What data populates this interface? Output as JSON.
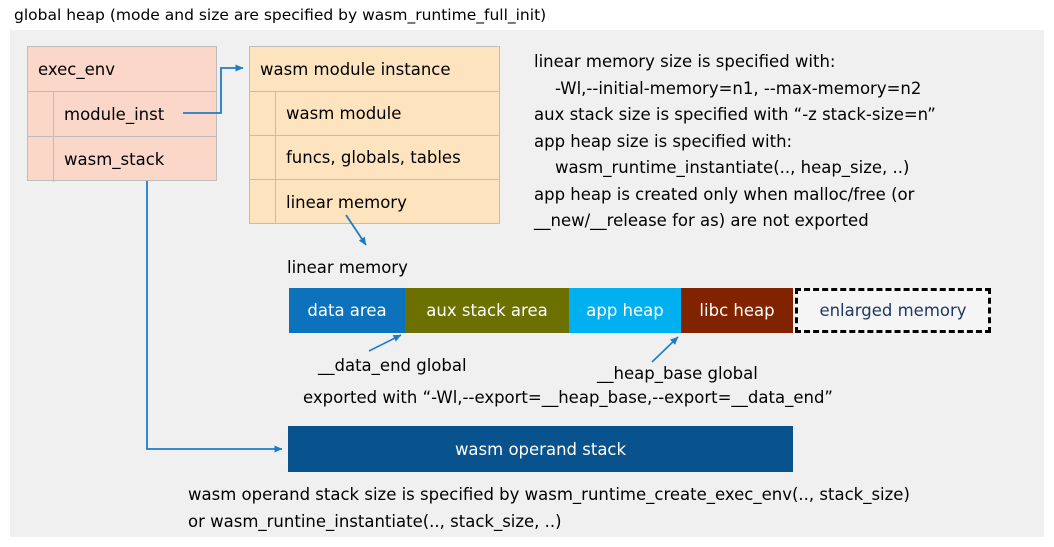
{
  "title": "global heap (mode and size are specified by wasm_runtime_full_init)",
  "colors": {
    "panel_bg": "#f0f0f0",
    "exec_env_fill": "#fad7c8",
    "module_instance_fill": "#fde4be",
    "box_border": "#bdbdbd",
    "arrow": "#1f7cc4",
    "data_area": "#0d72bc",
    "aux_stack_area": "#6b7000",
    "app_heap": "#00b0f0",
    "libc_heap": "#822300",
    "enlarged_memory_fill": "#f5f5f5",
    "enlarged_memory_text": "#1f3864",
    "operand_stack": "#08538e"
  },
  "exec_env": {
    "header": "exec_env",
    "fields": [
      {
        "label": "module_inst"
      },
      {
        "label": "wasm_stack"
      }
    ]
  },
  "module_instance": {
    "header": "wasm module instance",
    "fields": [
      {
        "label": "wasm module"
      },
      {
        "label": "funcs, globals, tables"
      },
      {
        "label": "linear memory"
      }
    ]
  },
  "note": {
    "lines": [
      "linear memory size is specified with:",
      "    -Wl,--initial-memory=n1, --max-memory=n2",
      "aux stack size is specified with “-z stack-size=n”",
      "app heap size is specified with:",
      "    wasm_runtime_instantiate(.., heap_size, ..)",
      "app heap is created only when malloc/free (or",
      "__new/__release for as) are not exported"
    ]
  },
  "linear_memory": {
    "caption": "linear memory",
    "segments": [
      {
        "label": "data area",
        "color": "#0d72bc",
        "width": 116,
        "text_color": "#ffffff",
        "dashed": false
      },
      {
        "label": "aux stack area",
        "color": "#6b7000",
        "width": 164,
        "text_color": "#ffffff",
        "dashed": false
      },
      {
        "label": "app heap",
        "color": "#00b0f0",
        "width": 112,
        "text_color": "#ffffff",
        "dashed": false
      },
      {
        "label": "libc heap",
        "color": "#822300",
        "width": 112,
        "text_color": "#ffffff",
        "dashed": false
      },
      {
        "label": "enlarged memory",
        "color": "#f5f5f5",
        "width": 196,
        "text_color": "#1f3864",
        "dashed": true
      }
    ],
    "annotations": {
      "data_end": "__data_end global",
      "heap_base": "__heap_base global",
      "exported": "exported with “-Wl,--export=__heap_base,--export=__data_end”"
    }
  },
  "operand_stack": {
    "label": "wasm operand stack",
    "note_lines": [
      "wasm operand stack size is specified by wasm_runtime_create_exec_env(.., stack_size)",
      "or wasm_runtine_instantiate(.., stack_size, ..)"
    ]
  }
}
